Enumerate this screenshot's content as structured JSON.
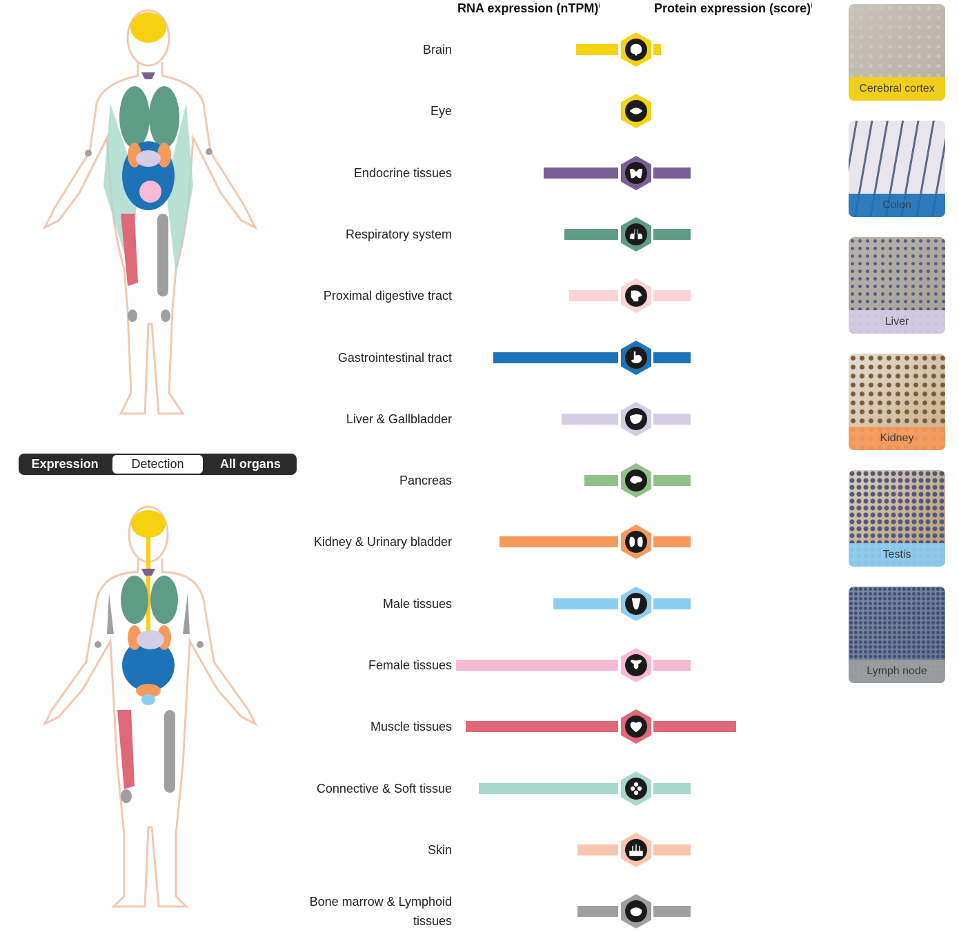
{
  "toggle": {
    "options": [
      "Expression",
      "Detection",
      "All organs"
    ],
    "active": "Detection"
  },
  "headers": {
    "rna": "RNA expression (nTPM)",
    "rna_info": "i",
    "protein": "Protein expression (score)",
    "protein_info": "i"
  },
  "tissues": [
    {
      "label": "Brain",
      "color": "#f5d10f",
      "rna_level": 0.26,
      "protein_level": 0.09,
      "icon": "brain-icon"
    },
    {
      "label": "Eye",
      "color": "#f5d10f",
      "rna_level": 0.0,
      "protein_level": 0.0,
      "icon": "eye-icon"
    },
    {
      "label": "Endocrine tissues",
      "color": "#7a5f96",
      "rna_level": 0.46,
      "protein_level": 0.45,
      "icon": "thyroid-icon"
    },
    {
      "label": "Respiratory system",
      "color": "#5e9c86",
      "rna_level": 0.33,
      "protein_level": 0.45,
      "icon": "lungs-icon"
    },
    {
      "label": "Proximal digestive tract",
      "color": "#fad4d6",
      "rna_level": 0.3,
      "protein_level": 0.45,
      "icon": "mouth-icon"
    },
    {
      "label": "Gastrointestinal tract",
      "color": "#1d72b8",
      "rna_level": 0.77,
      "protein_level": 0.45,
      "icon": "stomach-icon"
    },
    {
      "label": "Liver & Gallbladder",
      "color": "#d4cde6",
      "rna_level": 0.35,
      "protein_level": 0.45,
      "icon": "liver-icon"
    },
    {
      "label": "Pancreas",
      "color": "#92c08a",
      "rna_level": 0.21,
      "protein_level": 0.45,
      "icon": "pancreas-icon"
    },
    {
      "label": "Kidney & Urinary bladder",
      "color": "#f59a5c",
      "rna_level": 0.73,
      "protein_level": 0.45,
      "icon": "kidney-icon"
    },
    {
      "label": "Male tissues",
      "color": "#8ccef2",
      "rna_level": 0.4,
      "protein_level": 0.45,
      "icon": "male-icon"
    },
    {
      "label": "Female tissues",
      "color": "#f6bad6",
      "rna_level": 1.0,
      "protein_level": 0.45,
      "icon": "female-icon"
    },
    {
      "label": "Muscle tissues",
      "color": "#df6879",
      "rna_level": 0.94,
      "protein_level": 1.0,
      "icon": "heart-icon"
    },
    {
      "label": "Connective & Soft tissue",
      "color": "#a6d8cb",
      "rna_level": 0.86,
      "protein_level": 0.45,
      "icon": "cells-icon"
    },
    {
      "label": "Skin",
      "color": "#f9c5ae",
      "rna_level": 0.25,
      "protein_level": 0.45,
      "icon": "skin-icon"
    },
    {
      "label": "Bone marrow & Lymphoid tissues",
      "color": "#9ea0a0",
      "rna_level": 0.25,
      "protein_level": 0.45,
      "icon": "bone-marrow-icon"
    }
  ],
  "thumbnails": [
    {
      "caption": "Cerebral cortex",
      "color": "#f5d10f"
    },
    {
      "caption": "Colon",
      "color": "#1d72b8"
    },
    {
      "caption": "Liver",
      "color": "#d4cde6"
    },
    {
      "caption": "Kidney",
      "color": "#f59a5c"
    },
    {
      "caption": "Testis",
      "color": "#8ccef2"
    },
    {
      "caption": "Lymph node",
      "color": "#9ea0a0"
    }
  ]
}
